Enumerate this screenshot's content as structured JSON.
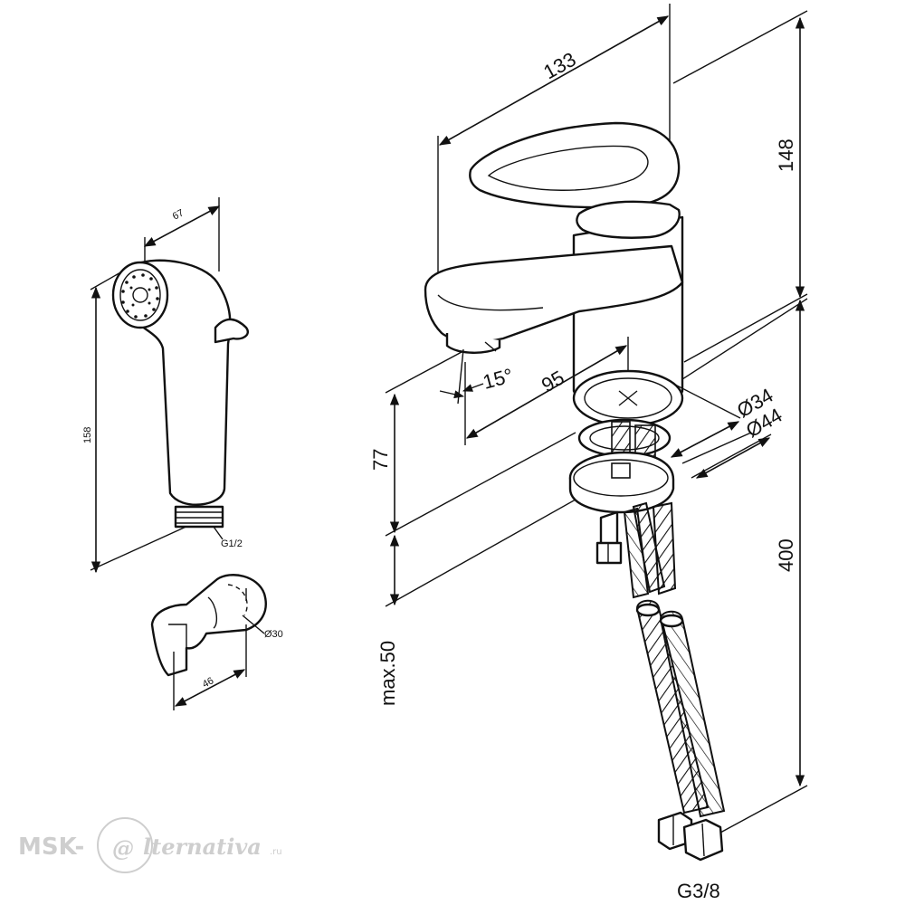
{
  "dimensions": {
    "spout_length": "133",
    "faucet_height": "148",
    "spout_angle": "15°",
    "spout_reach": "95",
    "spout_clearance": "77",
    "inner_diameter": "Ø34",
    "outer_diameter": "Ø44",
    "hose_length": "400",
    "max_thickness": "max.50",
    "hose_thread": "G3/8",
    "handshower_width": "67",
    "handshower_length": "158",
    "handshower_thread": "G1/2",
    "holder_width": "46",
    "holder_diameter": "Ø30"
  },
  "watermark": {
    "left": "MSK-",
    "at_symbol": "@",
    "right": "lternativa",
    "suffix": ".ru"
  }
}
